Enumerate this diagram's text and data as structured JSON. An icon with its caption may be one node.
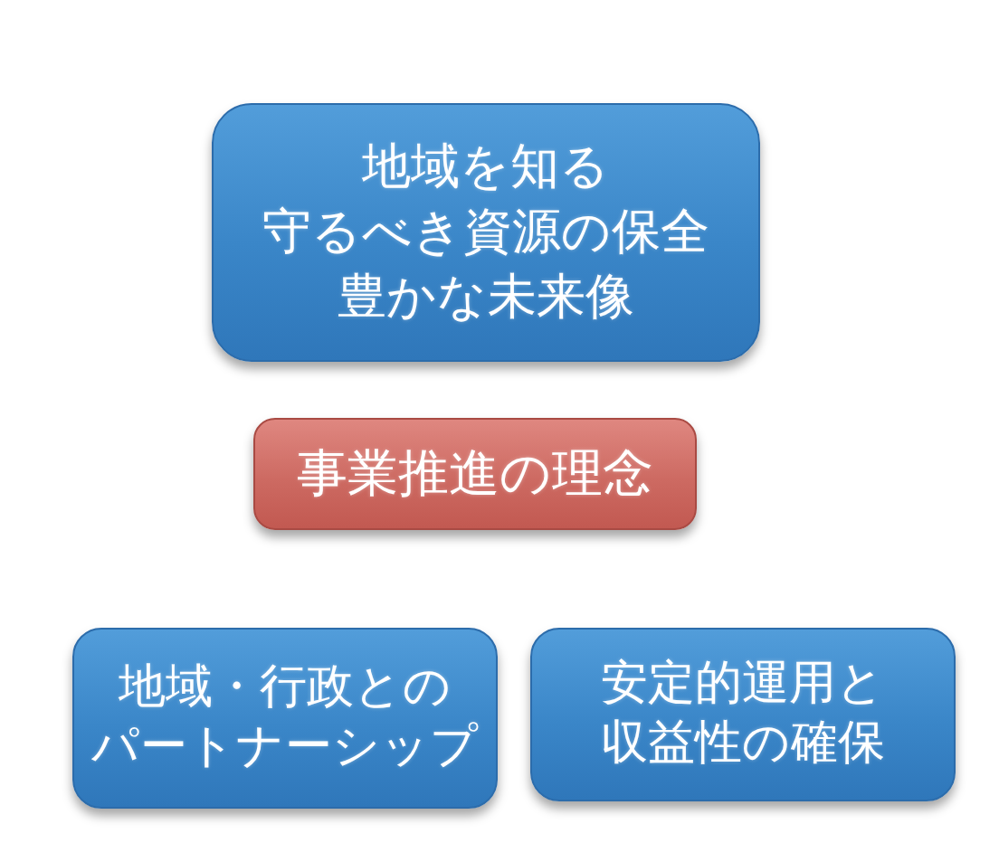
{
  "diagram": {
    "nodes": [
      {
        "text": [
          "地域を知る",
          "守るべき資源の保全",
          "豊かな未来像"
        ]
      },
      {
        "text": [
          "事業推進の理念"
        ]
      },
      {
        "text": [
          "地域・行政とのパートナーシップ"
        ]
      },
      {
        "text": [
          "安定的運用と収益性の確保"
        ]
      }
    ]
  }
}
